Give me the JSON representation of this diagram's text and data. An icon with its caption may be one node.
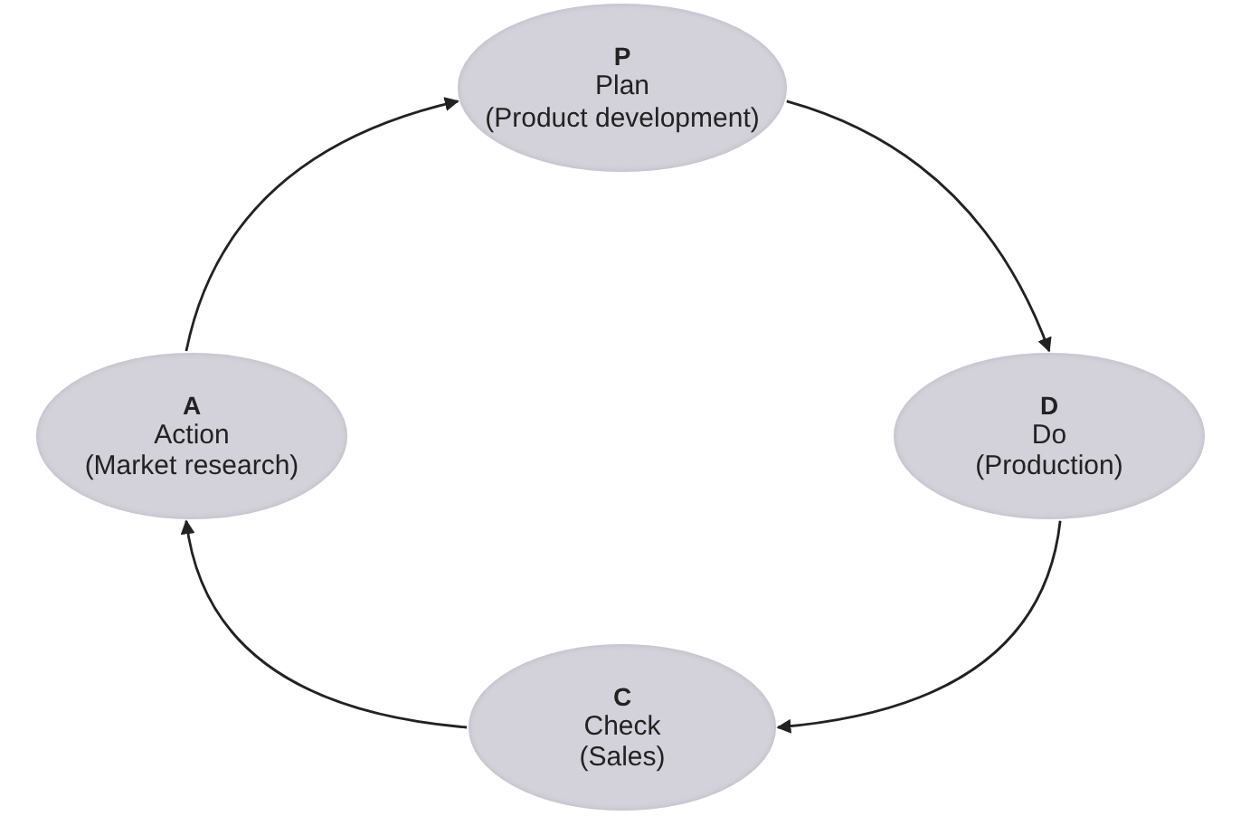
{
  "diagram": {
    "nodes": [
      {
        "text": [
          "P",
          "Plan",
          "(Product development)"
        ]
      },
      {
        "text": [
          "D",
          "Do",
          "(Production)"
        ]
      },
      {
        "text": [
          "C",
          "Check",
          "(Sales)"
        ]
      },
      {
        "text": [
          "A",
          "Action",
          "(Market research)"
        ]
      }
    ],
    "edges": [
      {
        "from": 0,
        "to": 1,
        "arrow": "to"
      },
      {
        "from": 1,
        "to": 2,
        "arrow": "to"
      },
      {
        "from": 2,
        "to": 3,
        "arrow": "to"
      },
      {
        "from": 3,
        "to": 0,
        "arrow": "to"
      }
    ]
  }
}
